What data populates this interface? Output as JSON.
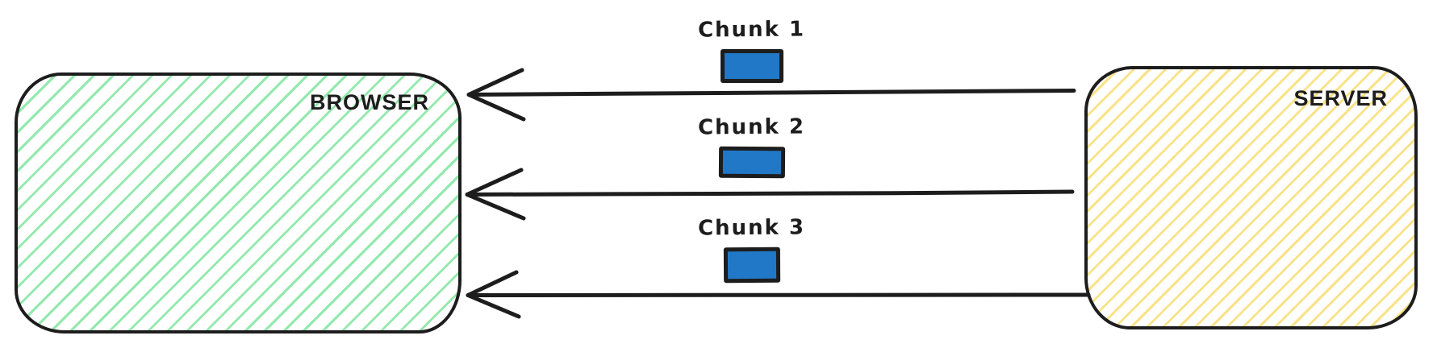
{
  "colors": {
    "background": "#ffffff",
    "ink": "#1d1d1d",
    "browser_hatch": "#93e9ad",
    "server_hatch": "#fbe289",
    "chunk_fill": "#2178c6"
  },
  "nodes": {
    "browser": {
      "label": "BROWSER"
    },
    "server": {
      "label": "SERVER"
    }
  },
  "messages": [
    {
      "label": "Chunk 1"
    },
    {
      "label": "Chunk 2"
    },
    {
      "label": "Chunk 3"
    }
  ]
}
